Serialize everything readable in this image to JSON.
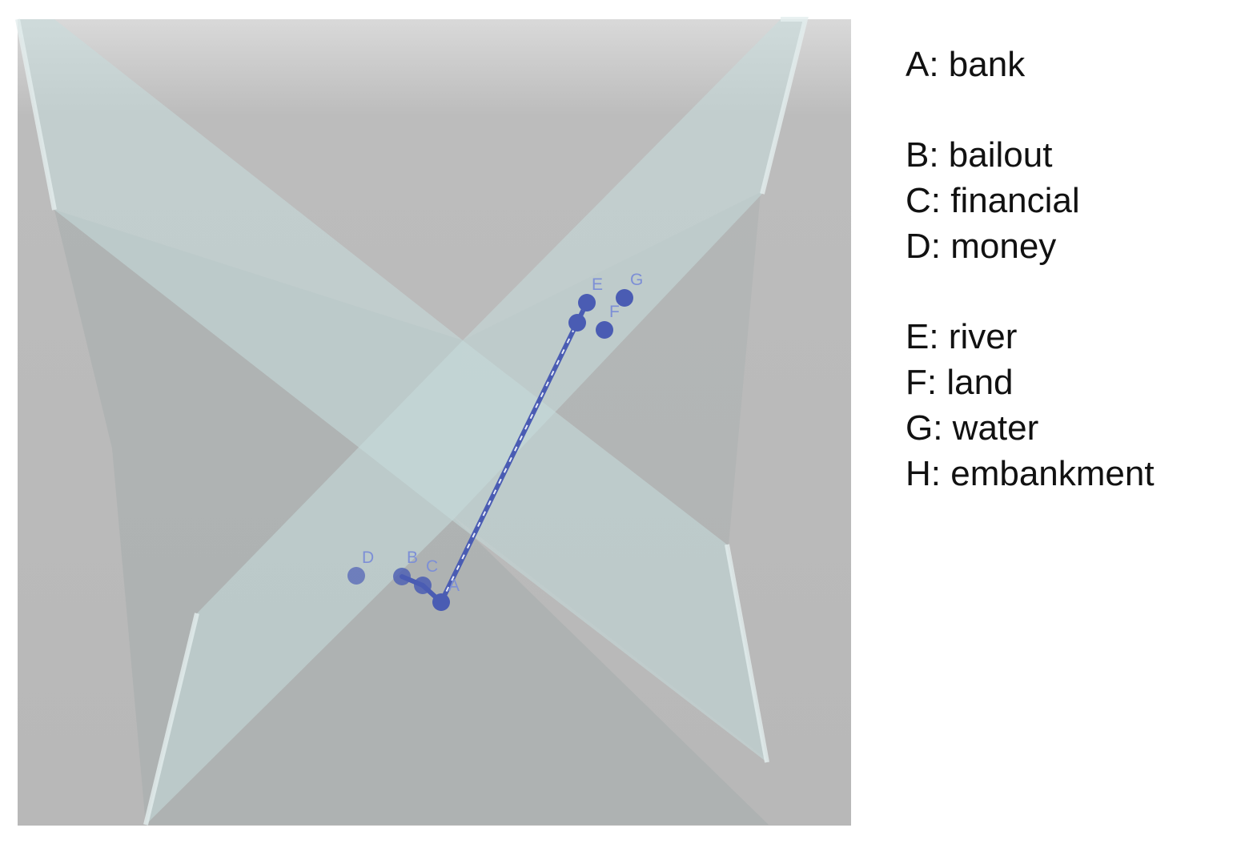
{
  "colors": {
    "background_panel": "#b9b9b9",
    "plane_fill": "#c8dede",
    "point_fill": "#4a5cb3",
    "label_color": "#7d8fd6"
  },
  "points": [
    {
      "id": "A"
    },
    {
      "id": "B"
    },
    {
      "id": "C"
    },
    {
      "id": "D"
    },
    {
      "id": "E"
    },
    {
      "id": "F"
    },
    {
      "id": "G"
    },
    {
      "id": "H"
    }
  ],
  "legend": {
    "groups": [
      {
        "items": [
          {
            "key": "A",
            "term": "bank",
            "text": "A: bank"
          }
        ]
      },
      {
        "items": [
          {
            "key": "B",
            "term": "bailout",
            "text": "B: bailout"
          },
          {
            "key": "C",
            "term": "financial",
            "text": "C: financial"
          },
          {
            "key": "D",
            "term": "money",
            "text": "D: money"
          }
        ]
      },
      {
        "items": [
          {
            "key": "E",
            "term": "river",
            "text": "E: river"
          },
          {
            "key": "F",
            "term": "land",
            "text": "F: land"
          },
          {
            "key": "G",
            "term": "water",
            "text": "G: water"
          },
          {
            "key": "H",
            "term": "embankment",
            "text": "H: embankment"
          }
        ]
      }
    ]
  }
}
